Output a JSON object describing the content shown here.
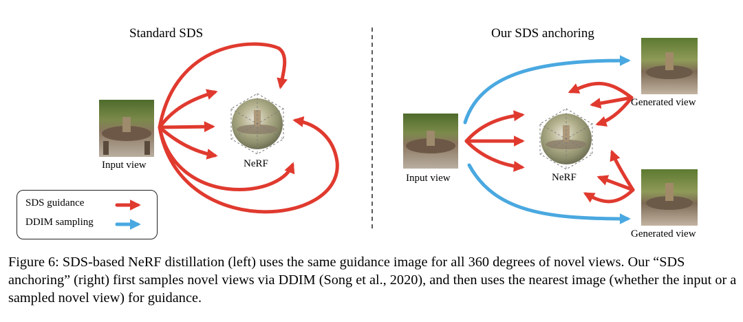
{
  "figure": {
    "left_title": "Standard SDS",
    "right_title": "Our SDS anchoring",
    "left_input_label": "Input view",
    "left_nerf_label": "NeRF",
    "right_input_label": "Input view",
    "right_nerf_label": "NeRF",
    "generated_top_label": "Generated view",
    "generated_bottom_label": "Generated view",
    "legend": {
      "sds_label": "SDS guidance",
      "ddim_label": "DDIM sampling"
    },
    "colors": {
      "sds_arrow": "#e03a2f",
      "ddim_arrow": "#4aa8e0"
    }
  },
  "caption": "Figure 6: SDS-based NeRF distillation (left) uses the same guidance image for all 360 degrees of novel views. Our “SDS anchoring” (right) first samples novel views via DDIM (Song et al., 2020), and then uses the nearest image (whether the input or a sampled novel view) for guidance."
}
